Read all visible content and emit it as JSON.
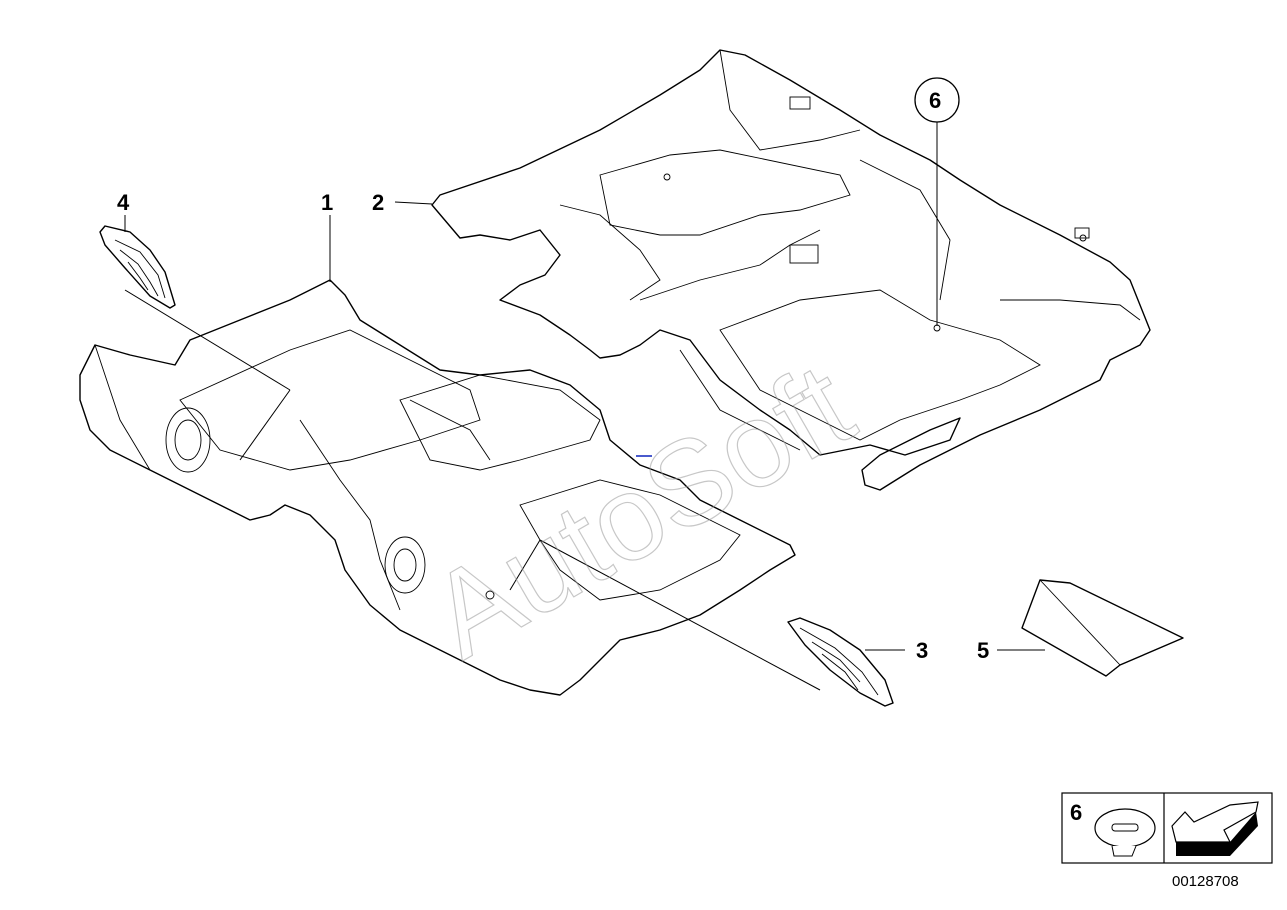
{
  "callouts": {
    "c1": "1",
    "c2": "2",
    "c3": "3",
    "c4": "4",
    "c5": "5",
    "c6": "6"
  },
  "legend": {
    "item_number": "6"
  },
  "watermark": "AutoSoft",
  "document_number": "00128708"
}
